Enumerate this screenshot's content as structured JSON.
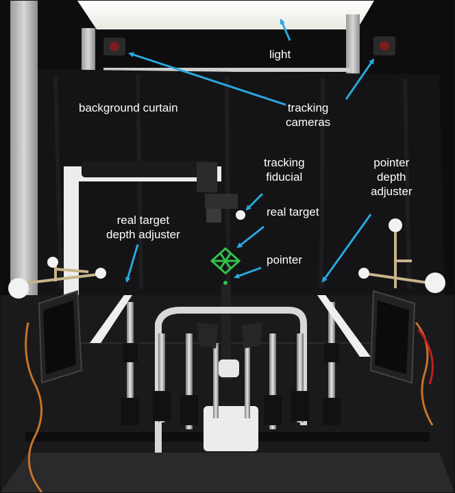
{
  "labels": {
    "light": "light",
    "background_curtain": "background curtain",
    "tracking_cameras": "tracking\ncameras",
    "tracking_fiducial": "tracking\nfiducial",
    "real_target": "real target",
    "pointer": "pointer",
    "real_target_depth_adjuster": "real target\ndepth adjuster",
    "pointer_depth_adjuster": "pointer\ndepth\nadjuster"
  },
  "colors": {
    "annotation_arrow": "#29a9e1",
    "label_text": "#ffffff",
    "light_panel": "#f4f4f0",
    "curtain": "#141416",
    "table": "#1a1a1c",
    "fiducial": "#35c24a"
  }
}
